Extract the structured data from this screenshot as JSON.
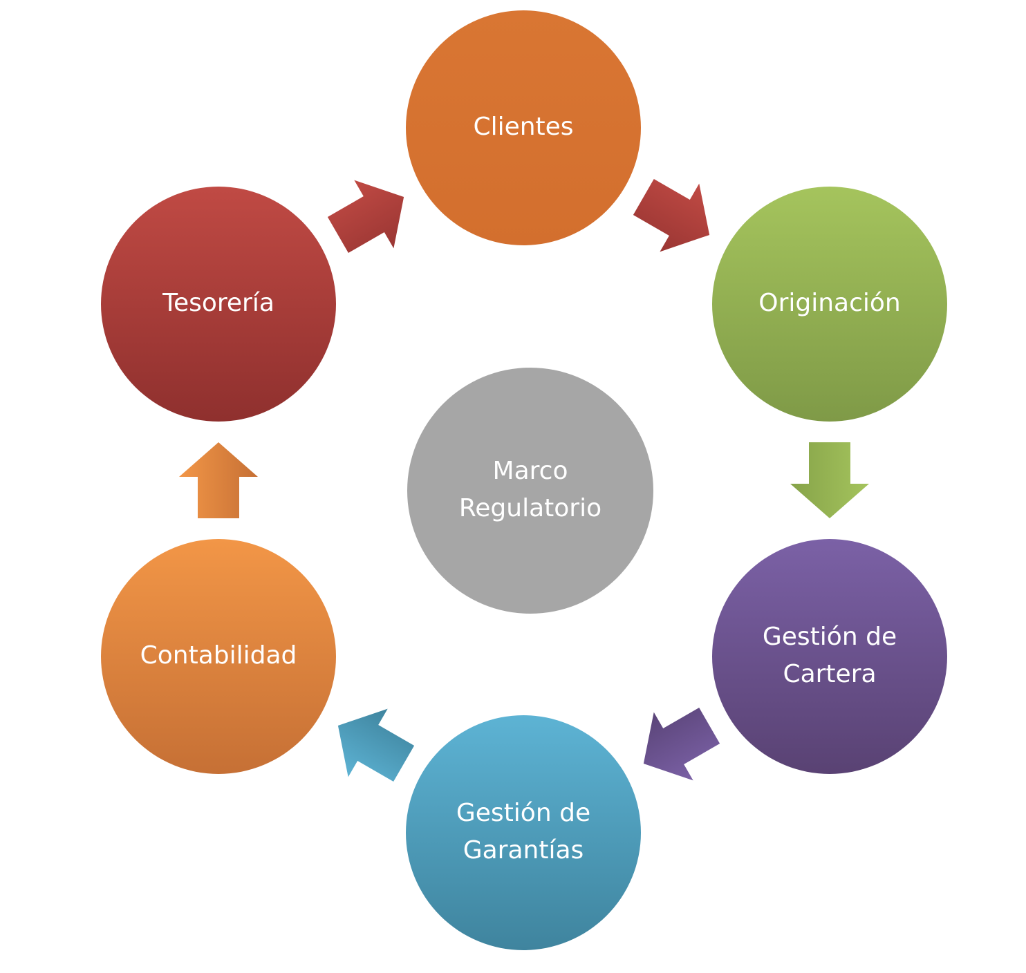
{
  "center": {
    "lines": [
      "Marco",
      "Regulatorio"
    ],
    "color": "#a6a6a6"
  },
  "nodes": [
    {
      "id": "clientes",
      "lines": [
        "Clientes"
      ],
      "color_top": "#d97633",
      "color_bottom": "#d36f2e"
    },
    {
      "id": "originacion",
      "lines": [
        "Originación"
      ],
      "color_top": "#a5c45d",
      "color_bottom": "#7f9a47"
    },
    {
      "id": "gestion-cartera",
      "lines": [
        "Gestión de",
        "Cartera"
      ],
      "color_top": "#7b61a6",
      "color_bottom": "#594273"
    },
    {
      "id": "gestion-garantias",
      "lines": [
        "Gestión de",
        "Garantías"
      ],
      "color_top": "#5db3d4",
      "color_bottom": "#3f849e"
    },
    {
      "id": "contabilidad",
      "lines": [
        "Contabilidad"
      ],
      "color_top": "#f29647",
      "color_bottom": "#c67035"
    },
    {
      "id": "tesoreria",
      "lines": [
        "Tesorería"
      ],
      "color_top": "#c04a44",
      "color_bottom": "#8f302e"
    }
  ],
  "arrows": [
    {
      "from": "tesoreria",
      "to": "clientes",
      "color_top": "#c04a44",
      "color_bottom": "#9a3633"
    },
    {
      "from": "clientes",
      "to": "originacion",
      "color_top": "#c04a44",
      "color_bottom": "#9a3633"
    },
    {
      "from": "originacion",
      "to": "gestion-cartera",
      "color_top": "#a5c45d",
      "color_bottom": "#86a349"
    },
    {
      "from": "gestion-cartera",
      "to": "gestion-garantias",
      "color_top": "#7b61a6",
      "color_bottom": "#5a4478"
    },
    {
      "from": "gestion-garantias",
      "to": "contabilidad",
      "color_top": "#5db3d4",
      "color_bottom": "#3f849e"
    },
    {
      "from": "contabilidad",
      "to": "tesoreria",
      "color_top": "#f29647",
      "color_bottom": "#c67035"
    }
  ]
}
